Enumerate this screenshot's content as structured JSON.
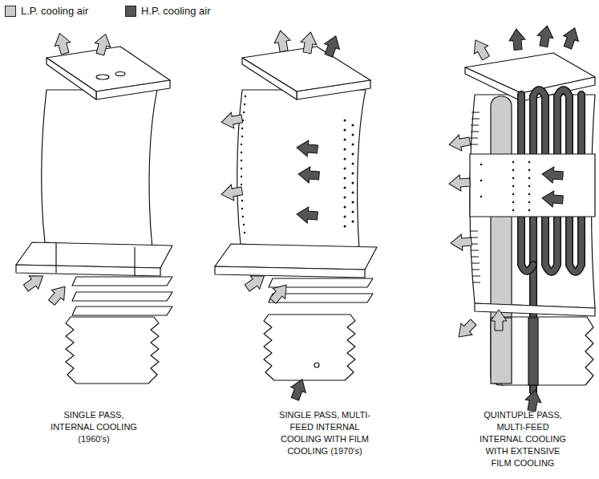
{
  "diagram": {
    "labels": [
      "SINGLE PASS, INTERNAL COOLING (1960's)",
      "SINGLE PASS, MULTI-FEED INTERNAL COOLING WITH FILM COOLING (1970's)",
      "QUINTUPLE PASS, MULTI-FEED INTERNAL COOLING WITH EXTENSIVE FILM COOLING"
    ],
    "legend": [
      {
        "text": "L.P. cooling air",
        "color": "#cccccc"
      },
      {
        "text": "H.P. cooling air",
        "color": "#555555"
      }
    ]
  }
}
